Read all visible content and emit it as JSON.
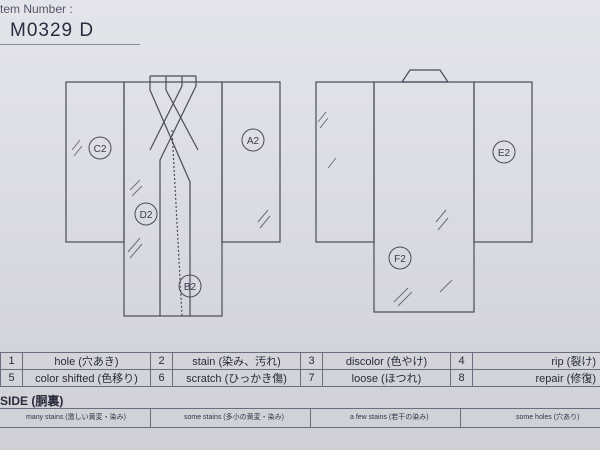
{
  "header": {
    "item_label": "tem Number :",
    "item_number": "M0329  D"
  },
  "diagram": {
    "front_markers": [
      "C2",
      "A2",
      "D2",
      "B2"
    ],
    "back_markers": [
      "E2",
      "F2"
    ]
  },
  "legend": [
    {
      "num": "1",
      "label": "hole (穴あき)"
    },
    {
      "num": "2",
      "label": "stain (染み、汚れ)"
    },
    {
      "num": "3",
      "label": "discolor (色やけ)"
    },
    {
      "num": "4",
      "label": "rip (裂け)"
    },
    {
      "num": "5",
      "label": "color shifted (色移り)"
    },
    {
      "num": "6",
      "label": "scratch (ひっかき傷)"
    },
    {
      "num": "7",
      "label": "loose (ほつれ)"
    },
    {
      "num": "8",
      "label": "repair (修復)"
    }
  ],
  "inside": {
    "title": "SIDE (胴裏)",
    "cells": [
      "many stains (激しい黄変・染み)",
      "some stains (多小の黄変・染み)",
      "a few stains (若干の染み)",
      "some holes (穴あり)"
    ]
  }
}
